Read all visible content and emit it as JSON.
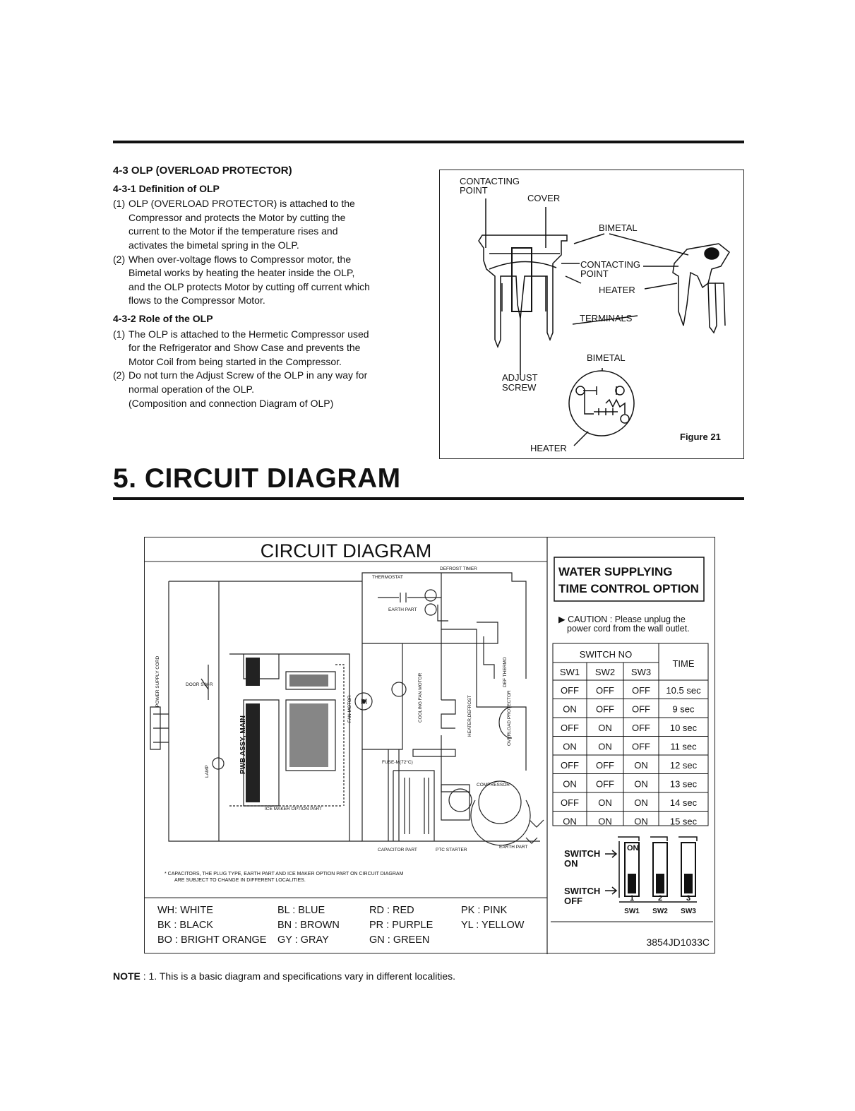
{
  "olp": {
    "title": "4-3 OLP (OVERLOAD PROTECTOR)",
    "def_heading": "4-3-1 Definition of OLP",
    "def_items": [
      {
        "num": "(1)",
        "lines": [
          "OLP (OVERLOAD PROTECTOR) is attached to the",
          "Compressor and protects the Motor by cutting the",
          "current to the Motor if the temperature rises and",
          "activates the bimetal spring in the OLP."
        ]
      },
      {
        "num": "(2)",
        "lines": [
          "When over-voltage flows to Compressor motor, the",
          "Bimetal works by heating the heater inside the OLP,",
          "and the OLP protects Motor by cutting off current which",
          "flows to the Compressor Motor."
        ]
      }
    ],
    "role_heading": "4-3-2 Role of the OLP",
    "role_items": [
      {
        "num": "(1)",
        "lines": [
          "The OLP is attached to the Hermetic Compressor used",
          "for the Refrigerator and Show Case and prevents the",
          "Motor Coil from being started in the Compressor."
        ]
      },
      {
        "num": "(2)",
        "lines": [
          "Do not turn the Adjust Screw of the OLP in any way for",
          "normal operation of the OLP.",
          "(Composition and connection Diagram of OLP)"
        ]
      }
    ]
  },
  "figure": {
    "contacting_point": "CONTACTING",
    "point": "POINT",
    "cover": "COVER",
    "bimetal": "BIMETAL",
    "contacting_point2": "CONTACTING",
    "point2": "POINT",
    "heater": "HEATER",
    "terminals": "TERMINALS",
    "bimetal2": "BIMETAL",
    "adjust": "ADJUST",
    "screw": "SCREW",
    "heater2": "HEATER",
    "caption": "Figure 21"
  },
  "section": {
    "title": "5. CIRCUIT DIAGRAM"
  },
  "circuit": {
    "title": "CIRCUIT DIAGRAM",
    "labels": {
      "thermostat": "THERMOSTAT",
      "defrost_timer": "DEFROST TIMER",
      "earth_part": "EARTH PART",
      "fan_motor": "FAN MOTOR",
      "cooling_fan_motor": "COOLING FAN MOTOR",
      "defrost_heater": "HEATER,DEFROST",
      "def_thermo": "DEF THERMO",
      "pwb_assy": "PWB ASSY, MAIN",
      "door_sw": "DOOR SW-R",
      "lamp": "LAMP",
      "power_cord": "POWER SUPPLY CORD",
      "fuse": "FUSE-M(72°C)",
      "compressor": "COMPRESSOR",
      "overload_protector": "OVERLOAD PROTECTOR",
      "capacitor_part": "CAPACITOR PART",
      "ptc_starter": "PTC STARTER",
      "earth_part2": "EARTH PART",
      "ice_maker": "ICE MAKER OPTION PART",
      "m": "M"
    },
    "footnote1": "* CAPACITORS, THE PLUG TYPE, EARTH PART AND ICE MAKER OPTION PART ON CIRCUIT DIAGRAM",
    "footnote2": "ARE SUBJECT TO CHANGE IN DIFFERENT LOCALITIES.",
    "legend": [
      [
        "WH: WHITE",
        "BL : BLUE",
        "RD : RED",
        "PK : PINK"
      ],
      [
        "BK : BLACK",
        "BN : BROWN",
        "PR : PURPLE",
        "YL : YELLOW"
      ],
      [
        "BO : BRIGHT ORANGE",
        "GY : GRAY",
        "GN : GREEN",
        ""
      ]
    ],
    "part_no": "3854JD1033C"
  },
  "water": {
    "title1": "WATER SUPPLYING",
    "title2": "TIME CONTROL OPTION",
    "caution1": "▶ CAUTION : Please unplug the",
    "caution2": "power cord from the wall outlet.",
    "switch_no": "SWITCH  NO",
    "time": "TIME",
    "headers": [
      "SW1",
      "SW2",
      "SW3"
    ],
    "rows": [
      [
        "OFF",
        "OFF",
        "OFF",
        "10.5 sec"
      ],
      [
        "ON",
        "OFF",
        "OFF",
        "9 sec"
      ],
      [
        "OFF",
        "ON",
        "OFF",
        "10 sec"
      ],
      [
        "ON",
        "ON",
        "OFF",
        "11 sec"
      ],
      [
        "OFF",
        "OFF",
        "ON",
        "12 sec"
      ],
      [
        "ON",
        "OFF",
        "ON",
        "13 sec"
      ],
      [
        "OFF",
        "ON",
        "ON",
        "14 sec"
      ],
      [
        "ON",
        "ON",
        "ON",
        "15 sec"
      ]
    ],
    "switch": "SWITCH",
    "on": "ON",
    "off": "OFF",
    "on_tag": "ON",
    "nums": [
      "1",
      "2",
      "3"
    ],
    "sw_labels": [
      "SW1",
      "SW2",
      "SW3"
    ]
  },
  "note": {
    "label": "NOTE",
    "text": " : 1. This is a basic diagram and specifications vary in different localities."
  }
}
